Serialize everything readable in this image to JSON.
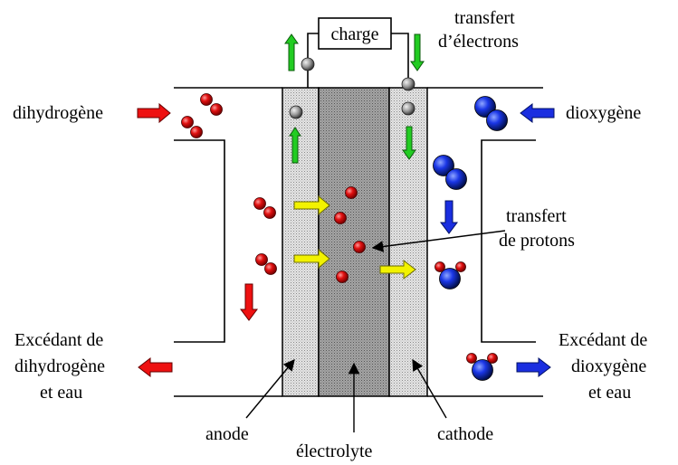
{
  "labels": {
    "charge": "charge",
    "electron_transfer_line1": "transfert",
    "electron_transfer_line2": "d’électrons",
    "dihydrogen_in": "dihydrogène",
    "dioxygen_in": "dioxygène",
    "proton_transfer_line1": "transfert",
    "proton_transfer_line2": "de protons",
    "excess_h2_line1": "Excédant de",
    "excess_h2_line2": "dihydrogène",
    "excess_h2_line3": "et eau",
    "excess_o2_line1": "Excédant de",
    "excess_o2_line2": "dioxygène",
    "excess_o2_line3": "et eau",
    "anode": "anode",
    "electrolyte": "électrolyte",
    "cathode": "cathode"
  },
  "colors": {
    "hydrogen_atom": "#d40000",
    "oxygen_atom": "#0a2bd6",
    "electron": "#9a9a9a",
    "electron_arrow": "#22cc22",
    "h2_flow_arrow": "#ee1111",
    "o2_flow_arrow": "#1a2ee0",
    "proton_arrow": "#f2f200",
    "electrode_fill": "#d8d8d8",
    "electrolyte_fill": "#9c9c9c"
  }
}
